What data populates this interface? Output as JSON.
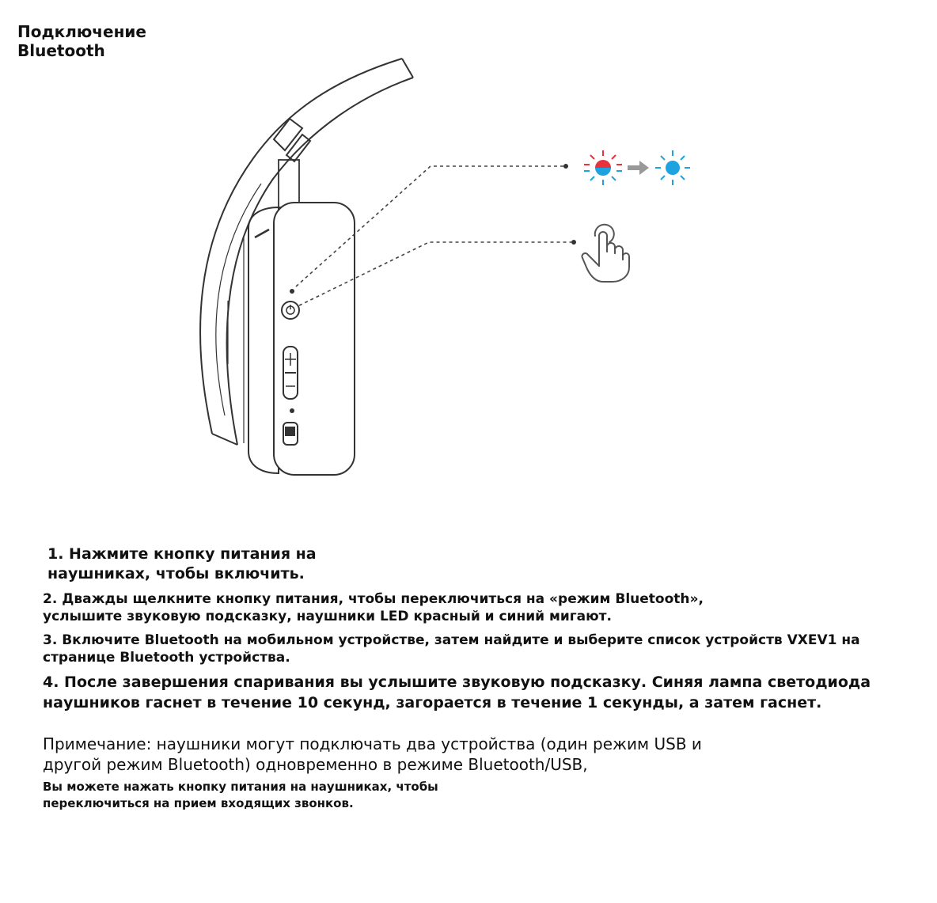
{
  "title": {
    "line1": "Подключение",
    "line2": "Bluetooth"
  },
  "diagram": {
    "icons": [
      "led-red-blue-icon",
      "arrow-right-icon",
      "led-blue-icon",
      "finger-press-icon",
      "power-button-icon"
    ],
    "colors": {
      "led_red": "#e8323c",
      "led_blue": "#1fa3e0",
      "line": "#333333",
      "arrow": "#999999"
    }
  },
  "steps": [
    {
      "lines": [
        "1. Нажмите кнопку питания на",
        "наушниках, чтобы включить."
      ]
    },
    {
      "lines": [
        "2. Дважды щелкните кнопку питания, чтобы переключиться на «режим Bluetooth»,",
        "услышите звуковую подсказку, наушники LED красный и синий мигают."
      ]
    },
    {
      "lines": [
        "3. Включите Bluetooth на мобильном устройстве, затем найдите и выберите список устройств VXEV1 на",
        "странице Bluetooth устройства."
      ]
    },
    {
      "lines": [
        "4. После завершения спаривания вы услышите звуковую подсказку. Синяя лампа светодиода",
        "наушников гаснет в течение 10 секунд, загорается в течение 1 секунды, а затем гаснет."
      ]
    }
  ],
  "note": {
    "lines": [
      "Примечание: наушники могут подключать два устройства (один режим USB и",
      "другой режим Bluetooth) одновременно в режиме Bluetooth/USB,"
    ]
  },
  "note2": {
    "lines": [
      "Вы можете нажать кнопку питания на наушниках, чтобы",
      "переключиться на прием входящих звонков."
    ]
  }
}
